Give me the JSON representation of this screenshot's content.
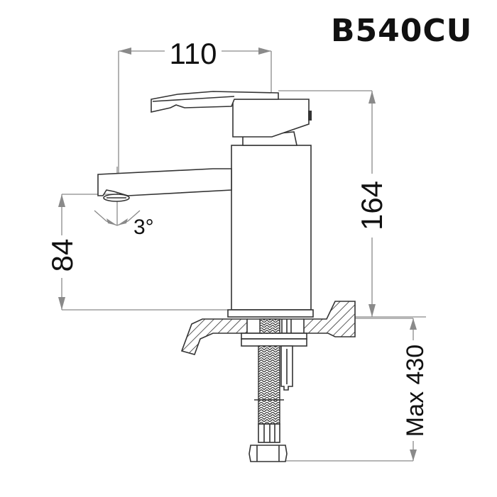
{
  "title": "B540CU",
  "dimensions": {
    "spout_reach": "110",
    "total_height": "164",
    "spout_height": "84",
    "spout_angle": "3°",
    "hose_length": "Max 430"
  },
  "colors": {
    "line": "#333333",
    "dimension": "#8a8a8a",
    "text": "#111111",
    "background": "#ffffff"
  },
  "icons": {
    "faucet": "basin-mixer-drawing"
  }
}
